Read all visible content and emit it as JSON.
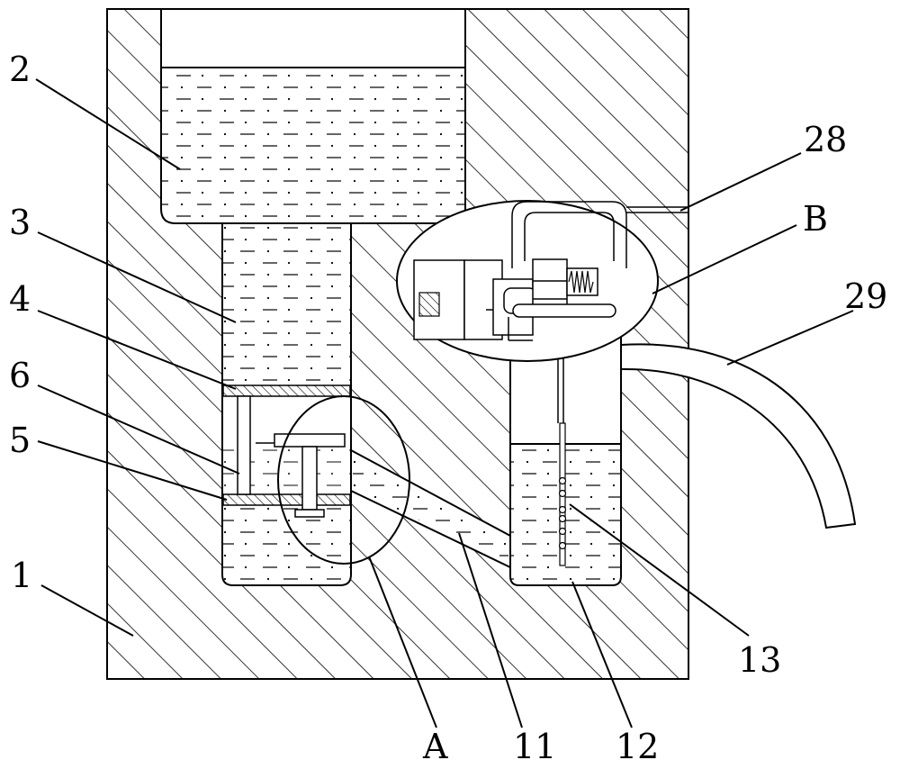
{
  "figure": {
    "labels": {
      "l1": "1",
      "l2": "2",
      "l3": "3",
      "l4": "4",
      "l5": "5",
      "l6": "6",
      "l11": "11",
      "l12": "12",
      "l13": "13",
      "l28": "28",
      "l29": "29",
      "lA": "A",
      "lB": "B"
    },
    "colors": {
      "line": "#000000",
      "background": "#ffffff"
    }
  }
}
